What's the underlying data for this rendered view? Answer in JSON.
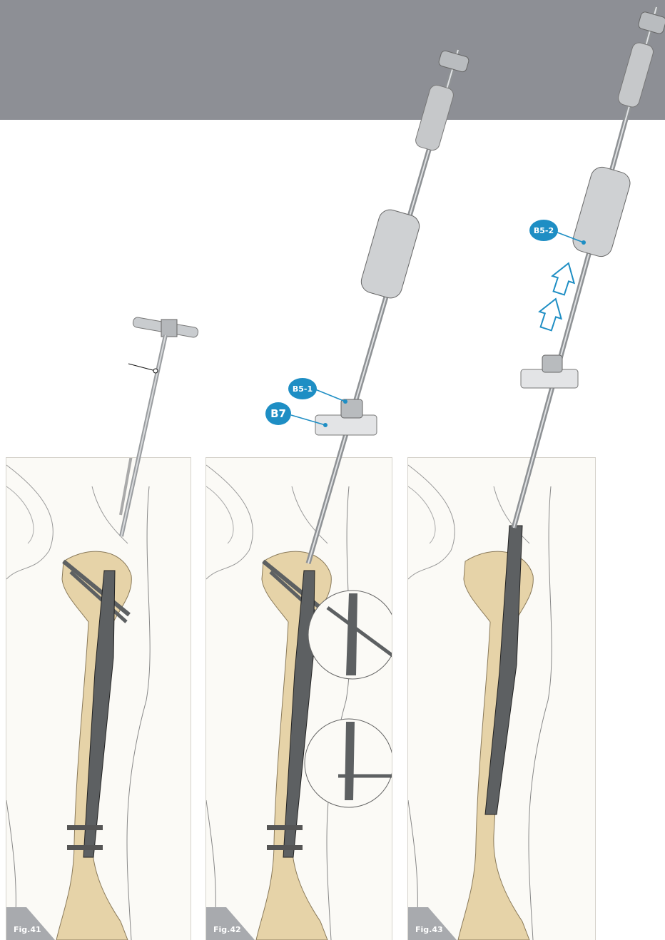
{
  "figures": [
    {
      "label": "Fig.41"
    },
    {
      "label": "Fig.42"
    },
    {
      "label": "Fig.43"
    }
  ],
  "callouts": {
    "b5_1": "B5-1",
    "b7": "B7",
    "b5_2": "B5-2"
  },
  "colors": {
    "header": "#8d8f95",
    "callout": "#1e8ec4",
    "bone": "#e6d3a8",
    "nail": "#5d6062",
    "fig_tab": "#a8aaae"
  }
}
